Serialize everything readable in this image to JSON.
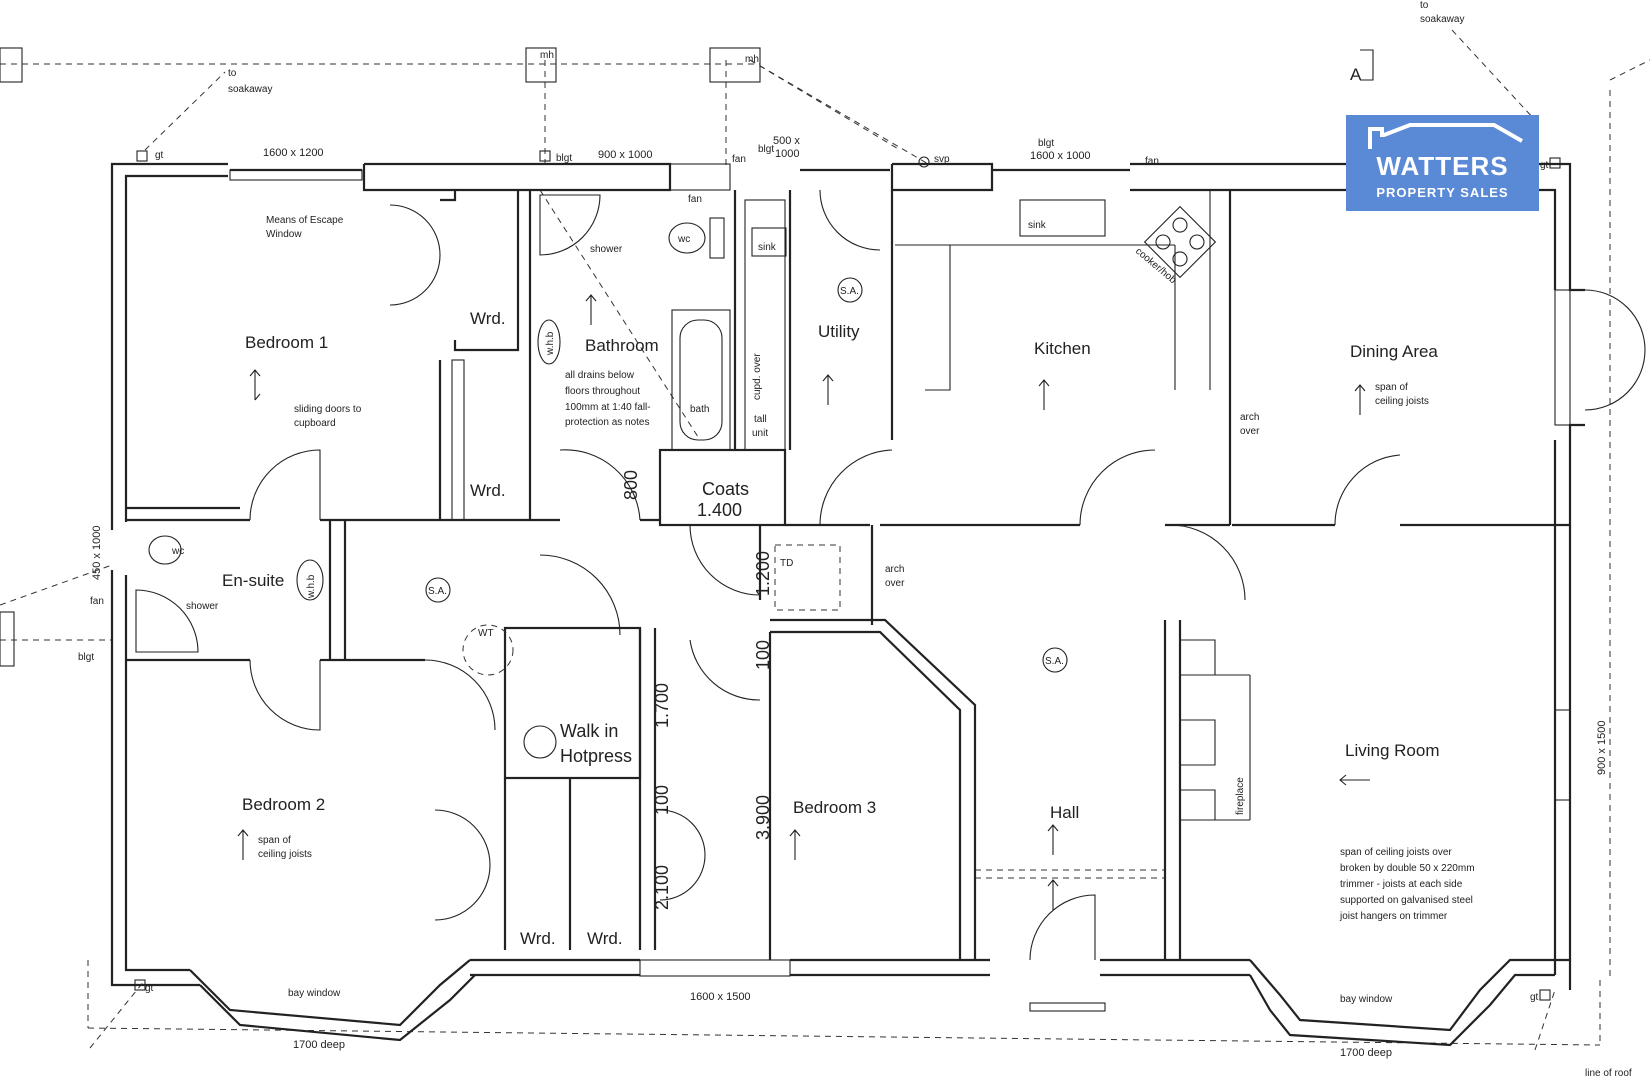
{
  "rooms": {
    "bedroom1": "Bedroom 1",
    "bathroom": "Bathroom",
    "utility": "Utility",
    "kitchen": "Kitchen",
    "dining": "Dining Area",
    "ensuite": "En-suite",
    "coats": "Coats",
    "bedroom2": "Bedroom 2",
    "walk_in_1": "Walk in",
    "walk_in_2": "Hotpress",
    "bedroom3": "Bedroom 3",
    "hall": "Hall",
    "living": "Living Room",
    "wrd": "Wrd."
  },
  "dimensions": {
    "coats": "1.400",
    "d800": "800",
    "d1200": "1.200",
    "d100a": "100",
    "d1700": "1.700",
    "d100b": "100",
    "d2100": "2.100",
    "d3900": "3.900",
    "w1600x1200": "1600 x 1200",
    "w900x1000": "900 x 1000",
    "w500x1000_a": "500 x",
    "w500x1000_b": "1000",
    "w1600x1000": "1600 x 1000",
    "w450x1000": "450 x 1000",
    "w1600x1500": "1600 x 1500",
    "w900x1500": "900 x 1500",
    "deep1": "1700 deep",
    "deep2": "1700 deep"
  },
  "notes": {
    "to_soakaway_1a": "to",
    "to_soakaway_1b": "soakaway",
    "to_soakaway_2a": "to",
    "to_soakaway_2b": "soakaway",
    "gt": "gt",
    "blgt": "blgt",
    "mh": "mh",
    "fan": "fan",
    "svp": "svp",
    "means_escape_1": "Means of Escape",
    "means_escape_2": "Window",
    "sliding_1": "sliding doors to",
    "sliding_2": "cupboard",
    "shower": "shower",
    "wc": "wc",
    "whb": "w.h.b",
    "drains_1": "all drains below",
    "drains_2": "floors throughout",
    "drains_3": "100mm at 1:40 fall-",
    "drains_4": "protection as notes",
    "bath": "bath",
    "sink": "sink",
    "cupd_over": "cupd. over",
    "tall_1": "tall",
    "tall_2": "unit",
    "sa": "S.A.",
    "cooker": "cooker/hob",
    "arch_1": "arch",
    "arch_2": "over",
    "span_1": "span of",
    "span_2": "ceiling joists",
    "td": "TD",
    "wt": "WT",
    "fireplace": "fireplace",
    "living_note_1": "span of ceiling joists over",
    "living_note_2": "broken by double 50 x 220mm",
    "living_note_3": "trimmer - joists at each side",
    "living_note_4": "supported on galvanised steel",
    "living_note_5": "joist hangers on trimmer",
    "bay_window": "bay window",
    "line_of_roof": "line of roof",
    "section_a": "A"
  },
  "logo": {
    "line1": "WATTERS",
    "line2": "PROPERTY SALES",
    "color": "#5a8ad6"
  }
}
